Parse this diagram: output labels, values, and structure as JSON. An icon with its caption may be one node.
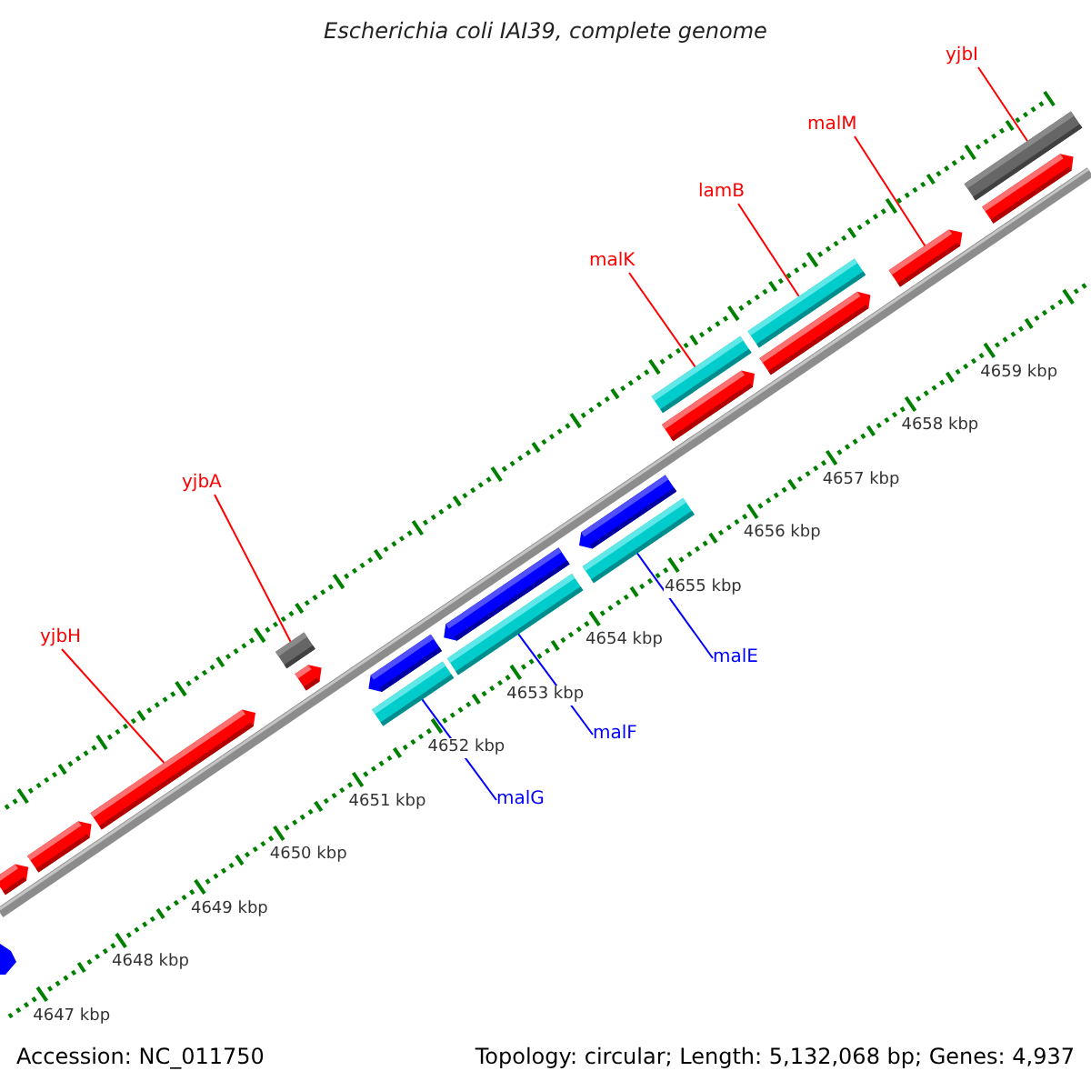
{
  "diagram": {
    "title": "Escherichia coli IAI39, complete genome",
    "nodes": [
      {
        "text": [
          "yjbI"
        ]
      },
      {
        "text": [
          "malM"
        ]
      },
      {
        "text": [
          "lamB"
        ]
      },
      {
        "text": [
          "malK"
        ]
      },
      {
        "text": [
          "yjbA"
        ]
      },
      {
        "text": [
          "yjbH"
        ]
      },
      {
        "text": [
          "malE"
        ]
      },
      {
        "text": [
          "malF"
        ]
      },
      {
        "text": [
          "malG"
        ]
      },
      {
        "text": [],
        "shape": "bar"
      },
      {
        "text": [],
        "shape": "bar"
      },
      {
        "text": [],
        "shape": "bar"
      },
      {
        "text": [],
        "shape": "bar"
      },
      {
        "text": [],
        "shape": "bar"
      },
      {
        "text": [],
        "shape": "bar"
      },
      {
        "text": [],
        "shape": "bar"
      },
      {
        "text": [],
        "shape": "bar"
      },
      {
        "text": [],
        "shape": "bar"
      },
      {
        "text": [],
        "shape": "bar"
      },
      {
        "text": [],
        "shape": "bar"
      },
      {
        "text": [],
        "shape": "bar"
      },
      {
        "text": [],
        "shape": "bar"
      },
      {
        "text": [],
        "shape": "bar"
      },
      {
        "text": [],
        "shape": "bar"
      },
      {
        "text": [],
        "shape": "bar"
      },
      {
        "text": [],
        "shape": "bar"
      },
      {
        "text": [],
        "shape": "bar"
      },
      {
        "text": [],
        "shape": "bar"
      }
    ],
    "edges": [
      {
        "from": 0,
        "to": 26,
        "arrow": "none"
      },
      {
        "from": 1,
        "to": 25,
        "arrow": "none"
      },
      {
        "from": 2,
        "to": 24,
        "arrow": "none"
      },
      {
        "from": 3,
        "to": 22,
        "arrow": "none"
      },
      {
        "from": 4,
        "to": 13,
        "arrow": "none"
      },
      {
        "from": 5,
        "to": 12,
        "arrow": "none"
      },
      {
        "from": 6,
        "to": 19,
        "arrow": "none",
        "color": "#0000ff"
      },
      {
        "from": 7,
        "to": 17,
        "arrow": "none",
        "color": "#0000ff"
      },
      {
        "from": 8,
        "to": 15,
        "arrow": "none",
        "color": "#0000ff"
      }
    ],
    "labels": [
      "4659 kbp",
      "4658 kbp",
      "4657 kbp",
      "4656 kbp",
      "4655 kbp",
      "4654 kbp",
      "4653 kbp",
      "4652 kbp",
      "4651 kbp",
      "4650 kbp",
      "4649 kbp",
      "4648 kbp",
      "4647 kbp",
      "Accession: NC_011750",
      "Topology: circular; Length: 5,132,068 bp; Genes: 4,937"
    ]
  }
}
